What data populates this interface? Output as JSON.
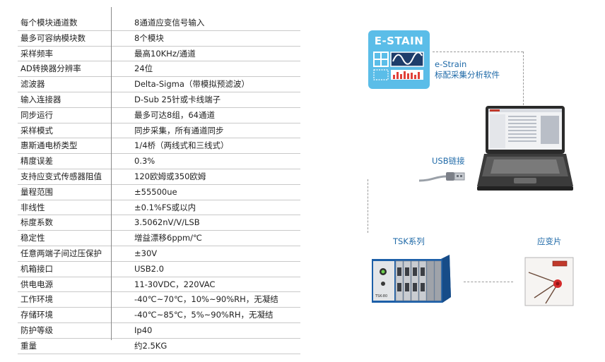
{
  "specs": [
    {
      "key": "每个模块通道数",
      "value": "8通道应变信号输入"
    },
    {
      "key": "最多可容纳模块数",
      "value": "8个模块"
    },
    {
      "key": "采样频率",
      "value": "最高10KHz/通道"
    },
    {
      "key": "AD转换器分辨率",
      "value": "24位"
    },
    {
      "key": "滤波器",
      "value": "Delta-Sigma（带模拟预滤波）"
    },
    {
      "key": "输入连接器",
      "value": "D-Sub 25针或卡线端子"
    },
    {
      "key": "同步运行",
      "value": "最多可达8组，64通道"
    },
    {
      "key": "采样模式",
      "value": "同步采集，所有通道同步"
    },
    {
      "key": "惠斯通电桥类型",
      "value": "1/4桥（两线式和三线式）"
    },
    {
      "key": "精度误差",
      "value": "0.3%"
    },
    {
      "key": "支持应变式传感器阻值",
      "value": "120欧姆或350欧姆"
    },
    {
      "key": "量程范围",
      "value": "±55500ue"
    },
    {
      "key": "非线性",
      "value": "±0.1%FS或以内"
    },
    {
      "key": "标度系数",
      "value": "3.5062nV/V/LSB"
    },
    {
      "key": "稳定性",
      "value": "增益漂移6ppm/℃"
    },
    {
      "key": "任意两端子间过压保护",
      "value": "±30V"
    },
    {
      "key": "机箱接口",
      "value": "USB2.0"
    },
    {
      "key": "供电电源",
      "value": "11-30VDC，220VAC"
    },
    {
      "key": "工作环境",
      "value": "-40℃~70℃，10%~90%RH，无凝结"
    },
    {
      "key": "存储环境",
      "value": "-40℃~85℃，5%~90%RH，无凝结"
    },
    {
      "key": "防护等级",
      "value": "Ip40"
    },
    {
      "key": "重量",
      "value": "约2.5KG"
    }
  ],
  "diagram": {
    "logo_text": "E-STAIN",
    "software_name": "e-Strain",
    "software_desc": "标配采集分析软件",
    "usb_label": "USB链接",
    "tsk_label": "TSK系列",
    "gauge_label": "应变片",
    "device_model": "TSK-80",
    "colors": {
      "logo_bg": "#5bbde8",
      "device_blue": "#1c5fa8",
      "label_blue": "#1f6aa8",
      "gauge_red": "#d42a2a"
    }
  }
}
